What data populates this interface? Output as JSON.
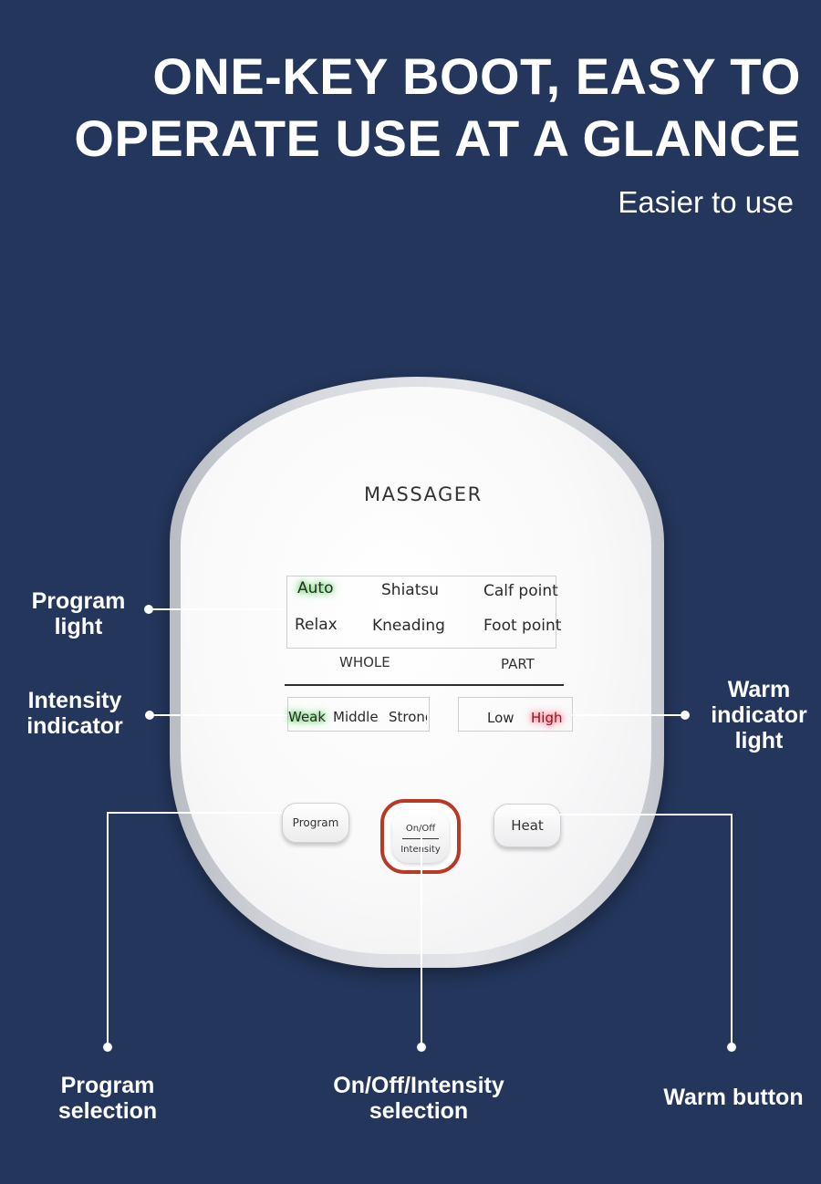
{
  "headline": {
    "line1": "ONE-KEY BOOT, EASY TO",
    "line2": "OPERATE USE AT A GLANCE",
    "subtitle": "Easier to use"
  },
  "device": {
    "brand": "MASSAGER",
    "programs": {
      "row1": [
        "Auto",
        "Shiatsu",
        "Calf point"
      ],
      "row2": [
        "Relax",
        "Kneading",
        "Foot point"
      ],
      "active": "Auto"
    },
    "sections": {
      "whole": "WHOLE",
      "part": "PART"
    },
    "intensity": {
      "levels": [
        "Weak",
        "Middle",
        "Strong"
      ],
      "active": "Weak"
    },
    "warm": {
      "levels": [
        "Low",
        "High"
      ],
      "active": "High"
    },
    "buttons": {
      "program": "Program",
      "power_top": "On/Off",
      "power_bottom": "Intensity",
      "heat": "Heat"
    }
  },
  "callouts": {
    "program_light": [
      "Program",
      "light"
    ],
    "intensity_indicator": [
      "Intensity",
      "indicator"
    ],
    "warm_indicator": [
      "Warm",
      "indicator",
      "light"
    ],
    "program_selection": [
      "Program",
      "selection"
    ],
    "power_selection": [
      "On/Off/Intensity",
      "selection"
    ],
    "warm_button": "Warm button"
  },
  "colors": {
    "background": "#24365c",
    "active_green": "#4ed24e",
    "active_red": "#ff5a70",
    "power_ring": "#b83a26"
  }
}
